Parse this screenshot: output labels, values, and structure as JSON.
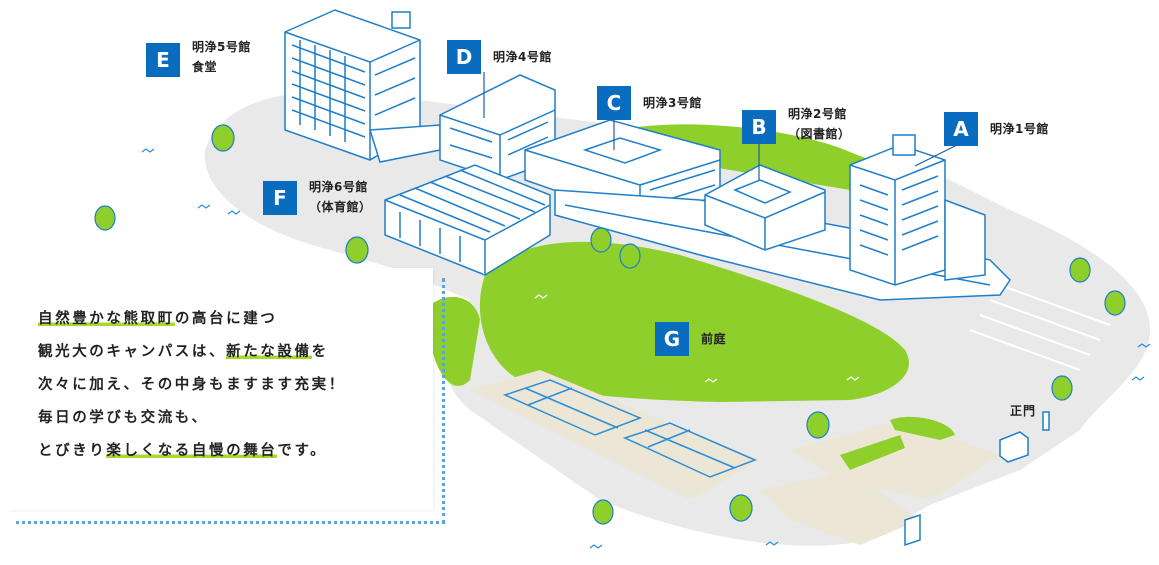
{
  "markers": [
    {
      "letter": "A",
      "name": "明浄1号館",
      "sub": ""
    },
    {
      "letter": "B",
      "name": "明浄2号館",
      "sub": "（図書館）"
    },
    {
      "letter": "C",
      "name": "明浄3号館",
      "sub": ""
    },
    {
      "letter": "D",
      "name": "明浄4号館",
      "sub": ""
    },
    {
      "letter": "E",
      "name": "明浄5号館",
      "sub": "食堂"
    },
    {
      "letter": "F",
      "name": "明浄6号館",
      "sub": "（体育館）"
    },
    {
      "letter": "G",
      "name": "前庭",
      "sub": ""
    }
  ],
  "gate_label": "正門",
  "intro": {
    "line1": {
      "hl": "自然豊かな熊取町",
      "rest": "の高台に建つ"
    },
    "line2": {
      "pre": "観光大のキャンパスは、",
      "hl": "新たな設備",
      "post": "を"
    },
    "line3": "次々に加え、その中身もますます充実！",
    "line4": "毎日の学びも交流も、",
    "line5": {
      "pre": "とびきり",
      "hl": "楽しくなる自慢の舞台",
      "post": "です。"
    }
  },
  "colors": {
    "accent": "#0a6cbf",
    "lawn": "#8fcf2c",
    "highlight": "#a8d92e",
    "ground": "#e9e9e9",
    "sand": "#ece6d6",
    "line": "#2a8fd8"
  }
}
